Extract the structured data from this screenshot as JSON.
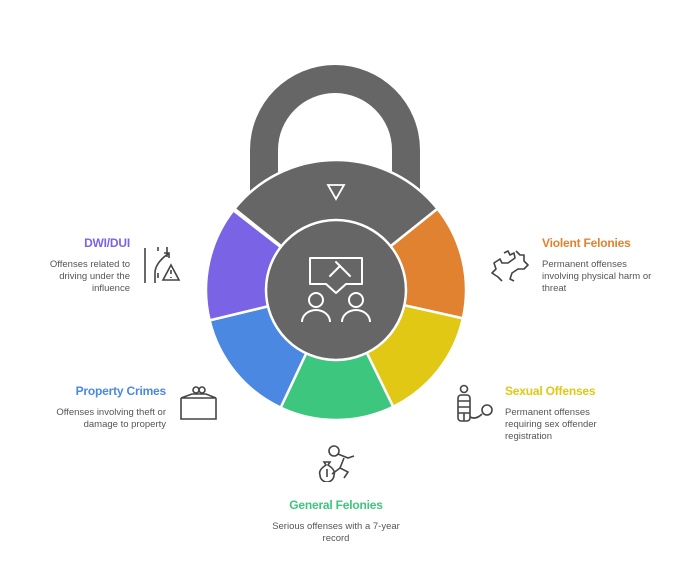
{
  "colors": {
    "lock": "#666666",
    "violent": "#E0822F",
    "sexual": "#E0C814",
    "general": "#3CC67E",
    "property": "#4B88E2",
    "dwi": "#7B63E6"
  },
  "segments": [
    {
      "id": "lock-top",
      "color": "#666666",
      "span": 102.6
    },
    {
      "id": "violent",
      "color": "#E0822F",
      "span": 51.3
    },
    {
      "id": "sexual",
      "color": "#E0C814",
      "span": 51.3
    },
    {
      "id": "general",
      "color": "#3CC67E",
      "span": 51.3
    },
    {
      "id": "property",
      "color": "#4B88E2",
      "span": 51.3
    },
    {
      "id": "dwi",
      "color": "#7B63E6",
      "span": 51.3
    }
  ],
  "items": {
    "dwi": {
      "title": "DWI/DUI",
      "desc": "Offenses related to driving under the influence",
      "icon": "road-warning-icon"
    },
    "property": {
      "title": "Property Crimes",
      "desc": "Offenses involving theft or damage to property",
      "icon": "safe-box-icon"
    },
    "general": {
      "title": "General Felonies",
      "desc": "Serious offenses with a 7-year record",
      "icon": "thief-money-bag-icon"
    },
    "sexual": {
      "title": "Sexual Offenses",
      "desc": "Permanent offenses requiring sex offender registration",
      "icon": "prisoner-ball-chain-icon"
    },
    "violent": {
      "title": "Violent Felonies",
      "desc": "Permanent offenses involving physical harm or threat",
      "icon": "fighting-hands-icon"
    }
  }
}
